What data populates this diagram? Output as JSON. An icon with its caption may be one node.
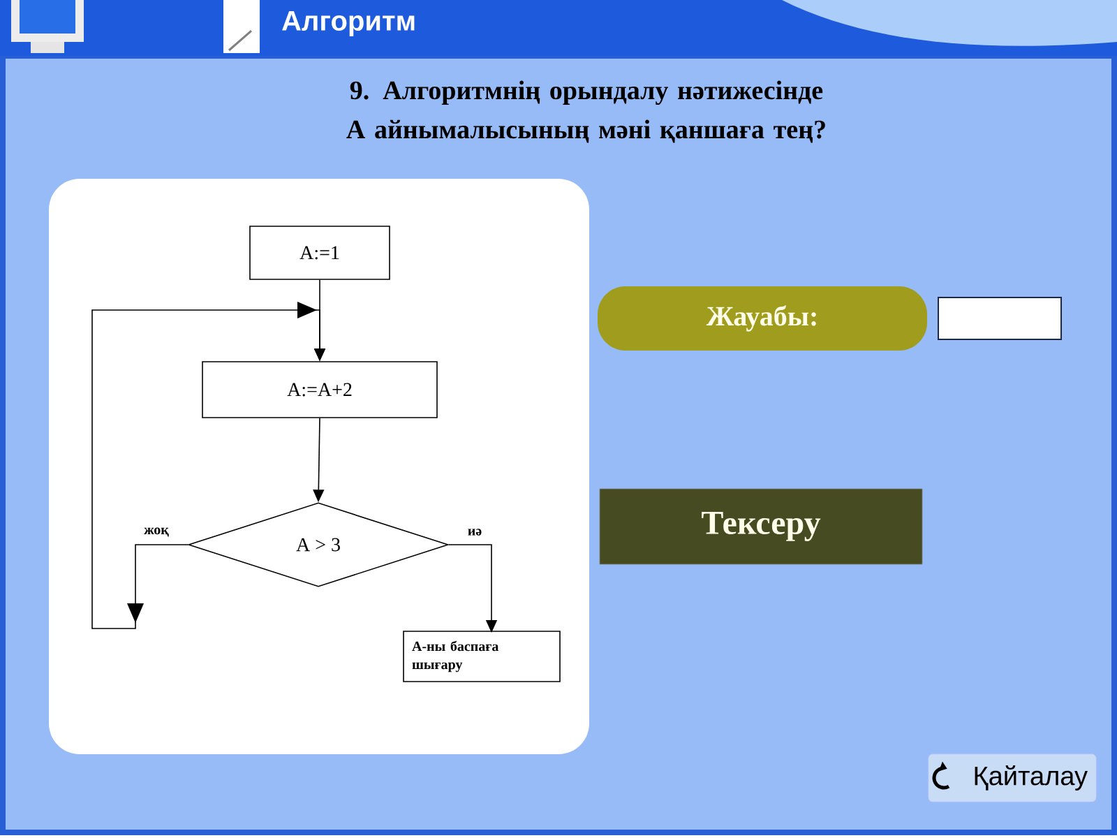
{
  "diagram": {
    "title": "Алгоритм",
    "nodes": [
      {
        "text": [
          "A:=1"
        ]
      },
      {
        "text": [
          "A:=A+2"
        ]
      },
      {
        "text": [
          "A > 3"
        ]
      },
      {
        "text": [
          "А-ны баспаға шығару"
        ]
      },
      {
        "text": [
          "Жауабы:"
        ]
      },
      {
        "text": [],
        "shape": "box"
      },
      {
        "text": [
          "Тексеру"
        ]
      },
      {
        "text": [
          "Қайталау"
        ]
      }
    ],
    "edges": [
      {
        "from": 0,
        "to": 1,
        "arrow": "to"
      },
      {
        "from": 1,
        "to": 2,
        "arrow": "to"
      },
      {
        "from": 2,
        "to": 1,
        "arrow": "to",
        "label": "жоқ"
      },
      {
        "from": 2,
        "to": 3,
        "arrow": "to",
        "label": "иә"
      }
    ],
    "labels": [
      "9. Алгоритмнің орындалу нәтижесінде А айнымалысының мәні қаншаға тең?"
    ]
  }
}
